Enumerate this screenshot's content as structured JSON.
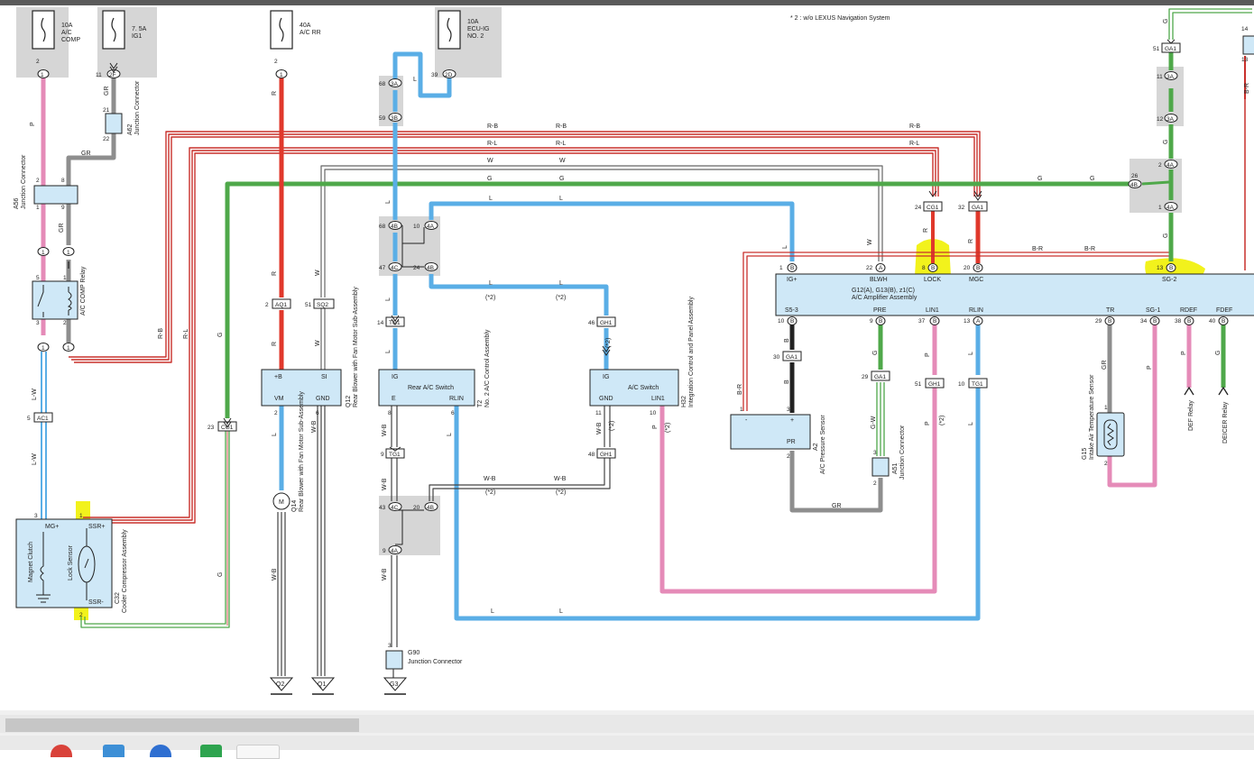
{
  "note": "* 2 : w/o LEXUS Navigation System",
  "fuses": [
    {
      "line1": "10A",
      "line2": "A/C",
      "line3": "COMP"
    },
    {
      "line1": "7. 5A",
      "line2": "IG1",
      "line3": ""
    },
    {
      "line1": "40A",
      "line2": "A/C RR",
      "line3": ""
    },
    {
      "line1": "10A",
      "line2": "ECU-IG",
      "line3": "NO. 2"
    }
  ],
  "connectors": {
    "fuse1_pin": "2",
    "fuse1_conn": "1",
    "fuse2_pin": "11",
    "fuse2_conn": "2F",
    "fuse3_pin": "2",
    "fuse3_conn": "1",
    "fuse4_pin": "39",
    "fuse4_conn": "2D",
    "a62_pin_top": "21",
    "a62_pin_bot": "22",
    "a56_pin_a": "2",
    "a56_pin_b": "8",
    "a56_pin_c": "1",
    "a56_pin_d": "9",
    "relay_pin_5": "5",
    "relay_pin_1": "1",
    "relay_pin_3": "3",
    "relay_pin_2": "2",
    "ac1_pin": "5",
    "ac1": "AC1",
    "cg1_left_pin": "23",
    "cg1": "CG1",
    "aq1_pin": "2",
    "aq1": "AQ1",
    "sq2_pin": "51",
    "sq2": "SQ2",
    "3a": "3A",
    "3a_pin": "68",
    "3b": "3B",
    "3b_pin": "59",
    "4b": "4B",
    "4b_pin1": "68",
    "4a": "4A",
    "4a_pin1": "10",
    "4c": "4C",
    "4c_pin1": "47",
    "4b_pin2": "24",
    "tg1": "TG1",
    "tg1_pin1": "14",
    "tg1_pin2": "9",
    "gh1": "GH1",
    "gh1_pin1": "46",
    "gh1_pin2": "48",
    "4c_pin2": "43",
    "4b_pin3": "20",
    "4a_pin2": "9",
    "cg1_top_pin": "24",
    "ga1": "GA1",
    "ga1_top_pin": "32",
    "ga1_right_pin": "51",
    "3a_r_pin1": "11",
    "3a_r_pin2": "12",
    "4a_r_pin": "2",
    "4b_r_pin": "26",
    "4a_r_pin2": "1",
    "ga1_b_pin": "30",
    "ga1_c_pin": "29",
    "gh1_c_pin": "51",
    "tg1_c_pin": "10",
    "right_edge_pin1": "14",
    "right_edge_pin2": "13"
  },
  "wire_labels": {
    "p": "P",
    "gr": "GR",
    "r": "R",
    "l": "L",
    "w": "W",
    "g": "G",
    "rb": "R-B",
    "rl": "R-L",
    "lw": "L-W",
    "wb": "W-B",
    "br": "B-R",
    "b": "B",
    "gw": "G-W",
    "star2": "(*2)"
  },
  "components": {
    "a62": "A62",
    "a62_name": "Junction Connector",
    "a56": "A56",
    "a56_name": "Junction Connector",
    "relay_name": "A/C COMP Relay",
    "q12_code": "Q12",
    "q12_name": "Rear Blower with Fan Motor Sub-Assembly",
    "q14_code": "Q14",
    "q14_name": "Rear Blower with Fan Motor Sub-Assembly",
    "t2_code": "T2",
    "t2_name": "No. 2 A/C Control Assembly",
    "h32_code": "H32",
    "h32_name": "Integration Control and Panel Assembly",
    "amp_code": "G12(A), G13(B), z1(C)",
    "amp_name": "A/C Amplifier Assembly",
    "a2_code": "A2",
    "a2_name": "A/C Pressure Sensor",
    "a51_code": "A51",
    "a51_name": "Junction Connector",
    "g15_code": "G15",
    "g15_name": "Intake Air Temperature Sensor",
    "g90_code": "G90",
    "g90_name": "Junction Connector",
    "c32_code": "C32",
    "c32_name": "Cooler Compressor Assembly",
    "def_relay": "DEF Relay",
    "deicer_relay": "DEICER Relay"
  },
  "boxes": {
    "q12": {
      "plus_b": "+B",
      "si": "SI",
      "vm": "VM",
      "gnd": "GND",
      "p2": "2",
      "p6": "6"
    },
    "rear_ac": {
      "title": "Rear A/C Switch",
      "ig": "IG",
      "e": "E",
      "rlin": "RLIN",
      "p8": "8",
      "p6": "6"
    },
    "ac_switch": {
      "title": "A/C Switch",
      "ig": "IG",
      "gnd": "GND",
      "lin1": "LIN1",
      "p11": "11",
      "p10": "10"
    },
    "pr": {
      "minus": "-",
      "plus": "+",
      "label": "PR",
      "p1": "1",
      "p3": "3",
      "p2": "2"
    },
    "compressor": {
      "mg": "MG+",
      "ssr_plus": "SSR+",
      "ssr_minus": "SSR-",
      "magnet": "Magnet Clutch",
      "lock_sensor": "Lock Sensor",
      "p3": "3",
      "p1": "1",
      "p2": "2"
    }
  },
  "amplifier_top": [
    {
      "num": "1",
      "pin": "B",
      "name": "IG+"
    },
    {
      "num": "22",
      "pin": "A",
      "name": "BLWH"
    },
    {
      "num": "8",
      "pin": "B",
      "name": "LOCK"
    },
    {
      "num": "20",
      "pin": "B",
      "name": "MGC"
    },
    {
      "num": "13",
      "pin": "B",
      "name": "SG-2"
    }
  ],
  "amplifier_bottom": [
    {
      "num": "10",
      "pin": "B",
      "name": "S5-3"
    },
    {
      "num": "9",
      "pin": "B",
      "name": "PRE"
    },
    {
      "num": "37",
      "pin": "B",
      "name": "LIN1"
    },
    {
      "num": "13",
      "pin": "A",
      "name": "RLIN"
    },
    {
      "num": "29",
      "pin": "B",
      "name": "TR"
    },
    {
      "num": "34",
      "pin": "B",
      "name": "SG-1"
    },
    {
      "num": "38",
      "pin": "B",
      "name": "RDEF"
    },
    {
      "num": "40",
      "pin": "B",
      "name": "FDEF"
    }
  ],
  "grounds": [
    "Q2",
    "Q1",
    "G3"
  ],
  "colors": {
    "red": "#e0382b",
    "blue": "#5aaee6",
    "green": "#4fa84a",
    "pink": "#e58bb8",
    "gray": "#8e8e8e",
    "box": "#cfe8f7",
    "shade": "#d6d6d6",
    "highlight": "#f2f21c",
    "black": "#222222"
  }
}
